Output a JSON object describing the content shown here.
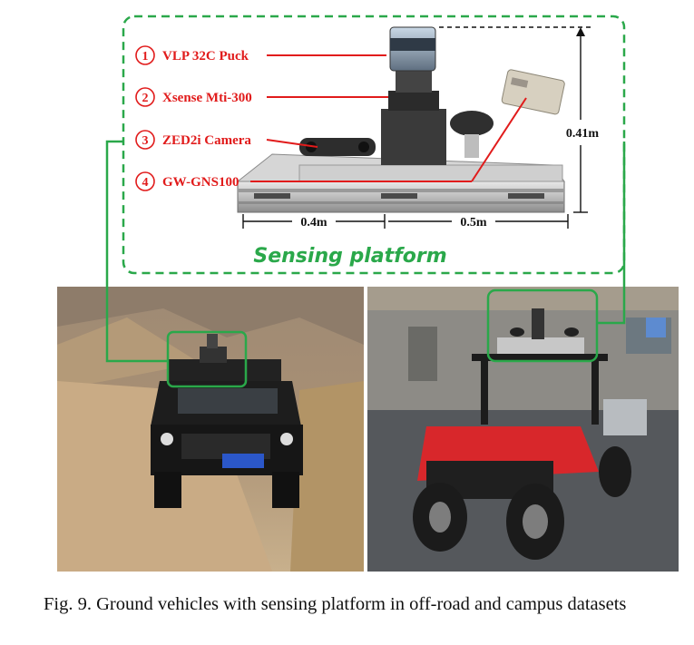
{
  "labels": [
    {
      "num": "1",
      "text": "VLP 32C Puck"
    },
    {
      "num": "2",
      "text": "Xsense Mti-300"
    },
    {
      "num": "3",
      "text": "ZED2i Camera"
    },
    {
      "num": "4",
      "text": "GW-GNS100"
    }
  ],
  "dimensions": {
    "width_left": "0.4m",
    "width_right": "0.5m",
    "height": "0.41m"
  },
  "platform_title": "Sensing platform",
  "caption": "Fig. 9. Ground vehicles with sensing platform in off-road and campus datasets",
  "colors": {
    "label_red": "#e11b1b",
    "frame_green": "#2aa84a"
  }
}
